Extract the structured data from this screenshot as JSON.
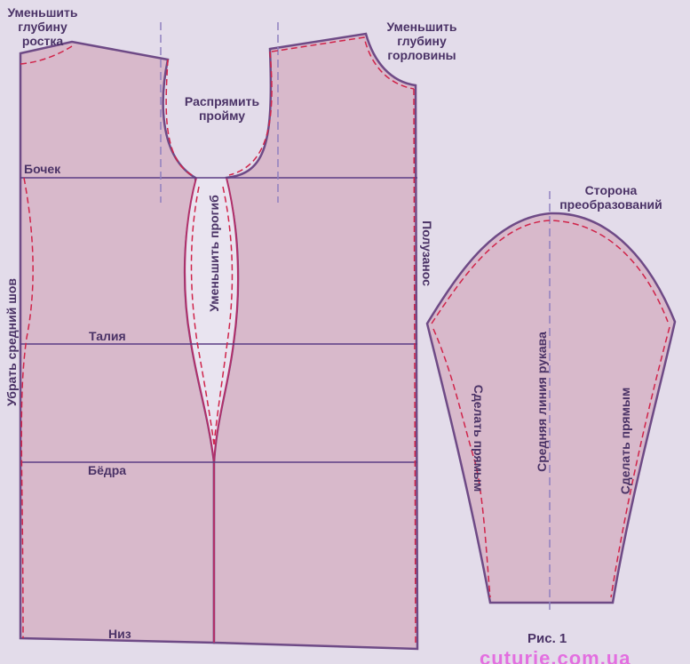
{
  "colors": {
    "background": "#e3dcea",
    "fill": "#d8b9cb",
    "outline": "#6e4a86",
    "seam_outline": "#b0306a",
    "dashed": "#d0244a",
    "guide": "#8f80c0",
    "level_line": "#5a3c84",
    "label": "#4a3266",
    "watermark": "#e36fe0"
  },
  "labels": {
    "reduce_rise": "Уменьшить\nглубину\nростка",
    "reduce_neck": "Уменьшить\nглубину\nгорловины",
    "straighten_armhole": "Распрямить\nпройму",
    "bust_line": "Бочек",
    "reduce_curve": "Уменьшить прогиб",
    "semi_overlap": "Полузанос",
    "remove_center_seam": "Убрать средний шов",
    "waist_line": "Талия",
    "hip_line": "Бёдра",
    "hem": "Низ",
    "transform_side": "Сторона\nпреобразований",
    "sleeve_center_line": "Средняя линия рукава",
    "make_straight_left": "Сделать прямым",
    "make_straight_right": "Сделать прямым",
    "figure": "Рис. 1"
  },
  "watermark": "cuturie.com.ua"
}
